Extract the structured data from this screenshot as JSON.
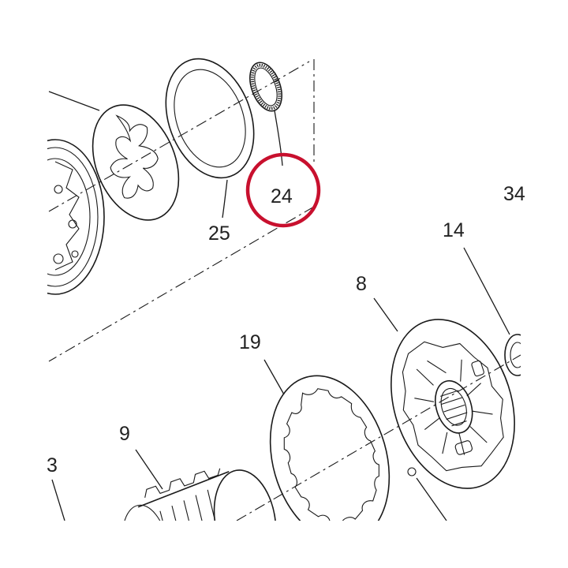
{
  "diagram": {
    "highlight_color": "#c8102e",
    "callouts": {
      "c24": "24",
      "c25": "25",
      "c34": "34",
      "c14": "14",
      "c8": "8",
      "c19": "19",
      "c9": "9",
      "c3": "3"
    }
  }
}
